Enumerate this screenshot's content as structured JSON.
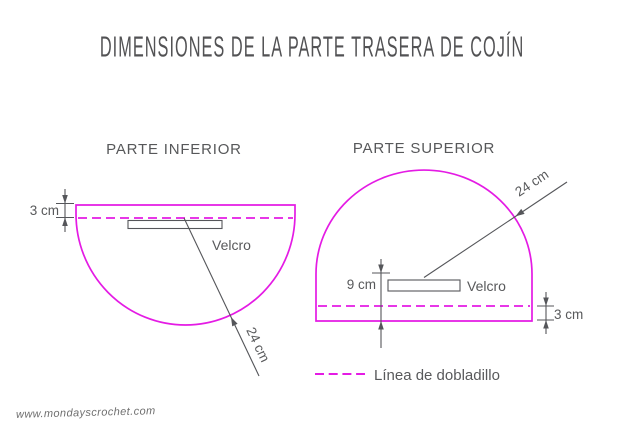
{
  "title": "DIMENSIONES DE LA PARTE TRASERA DE COJÍN",
  "watermark": "www.mondayscrochet.com",
  "colors": {
    "magenta": "#E41BE4",
    "gray": "#58595B"
  },
  "legend": {
    "label": "Línea de dobladillo"
  },
  "parte_inferior": {
    "heading": "PARTE INFERIOR",
    "hem_dim": "3 cm",
    "radius_dim": "24 cm",
    "velcro_label": "Velcro"
  },
  "parte_superior": {
    "heading": "PARTE SUPERIOR",
    "velcro_dim": "9 cm",
    "hem_dim": "3 cm",
    "radius_dim": "24 cm",
    "velcro_label": "Velcro"
  }
}
